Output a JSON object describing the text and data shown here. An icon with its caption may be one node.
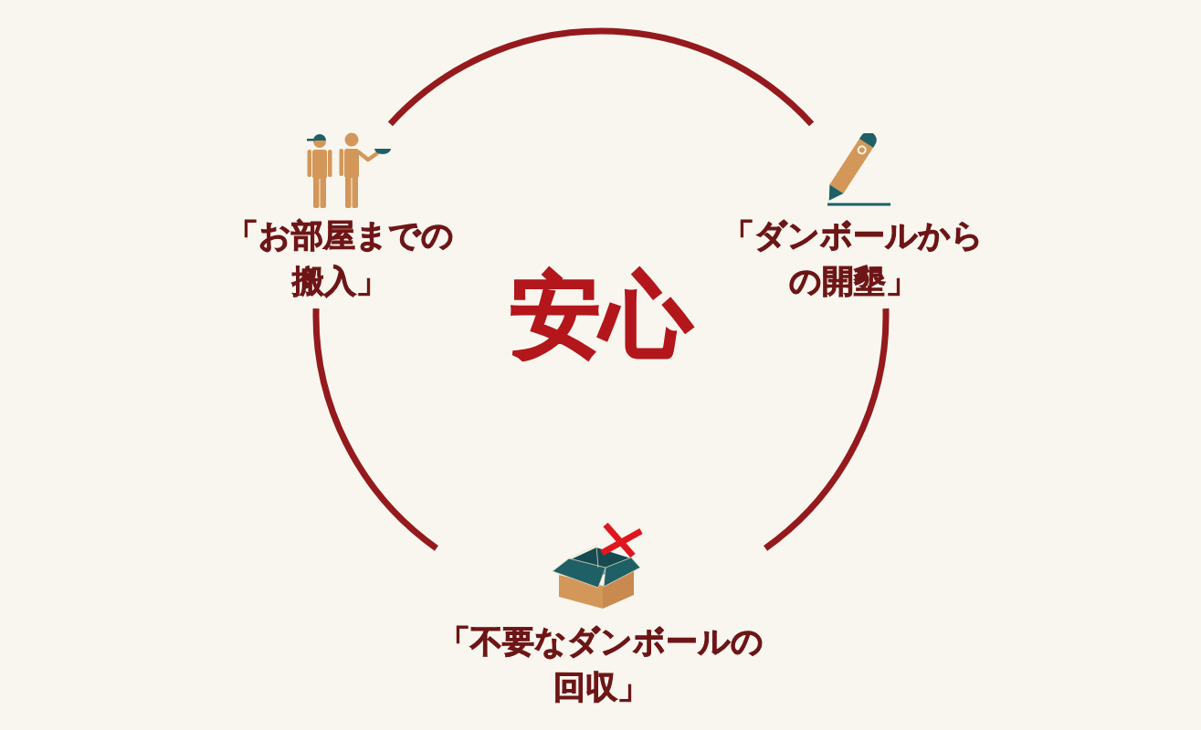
{
  "diagram": {
    "nodes": [
      {
        "text": [
          "「お部屋までの搬入」"
        ]
      },
      {
        "text": [
          "「ダンボールからの開墾」"
        ]
      },
      {
        "text": [
          "「不要なダンボールの回収」"
        ]
      }
    ],
    "edges": [
      {
        "from": 0,
        "to": 1,
        "arrow": "none"
      },
      {
        "from": 1,
        "to": 2,
        "arrow": "none"
      },
      {
        "from": 2,
        "to": 0,
        "arrow": "none"
      }
    ],
    "labels": [
      "安心"
    ]
  }
}
